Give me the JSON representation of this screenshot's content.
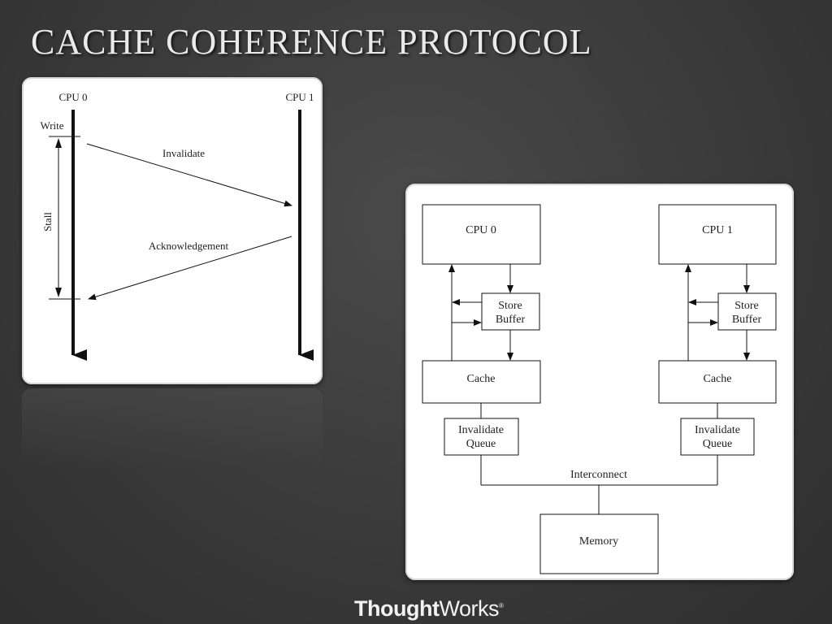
{
  "slide": {
    "title": "CACHE COHERENCE PROTOCOL"
  },
  "sequence_diagram": {
    "cpu0_label": "CPU 0",
    "cpu1_label": "CPU 1",
    "write_label": "Write",
    "stall_label": "Stall",
    "invalidate_label": "Invalidate",
    "ack_label": "Acknowledgement"
  },
  "architecture_diagram": {
    "cpu0_label": "CPU 0",
    "cpu1_label": "CPU 1",
    "store_buffer_line1": "Store",
    "store_buffer_line2": "Buffer",
    "cache_label": "Cache",
    "invalidate_queue_line1": "Invalidate",
    "invalidate_queue_line2": "Queue",
    "interconnect_label": "Interconnect",
    "memory_label": "Memory"
  },
  "footer": {
    "brand_bold": "Thought",
    "brand_regular": "Works",
    "brand_mark": "®"
  }
}
